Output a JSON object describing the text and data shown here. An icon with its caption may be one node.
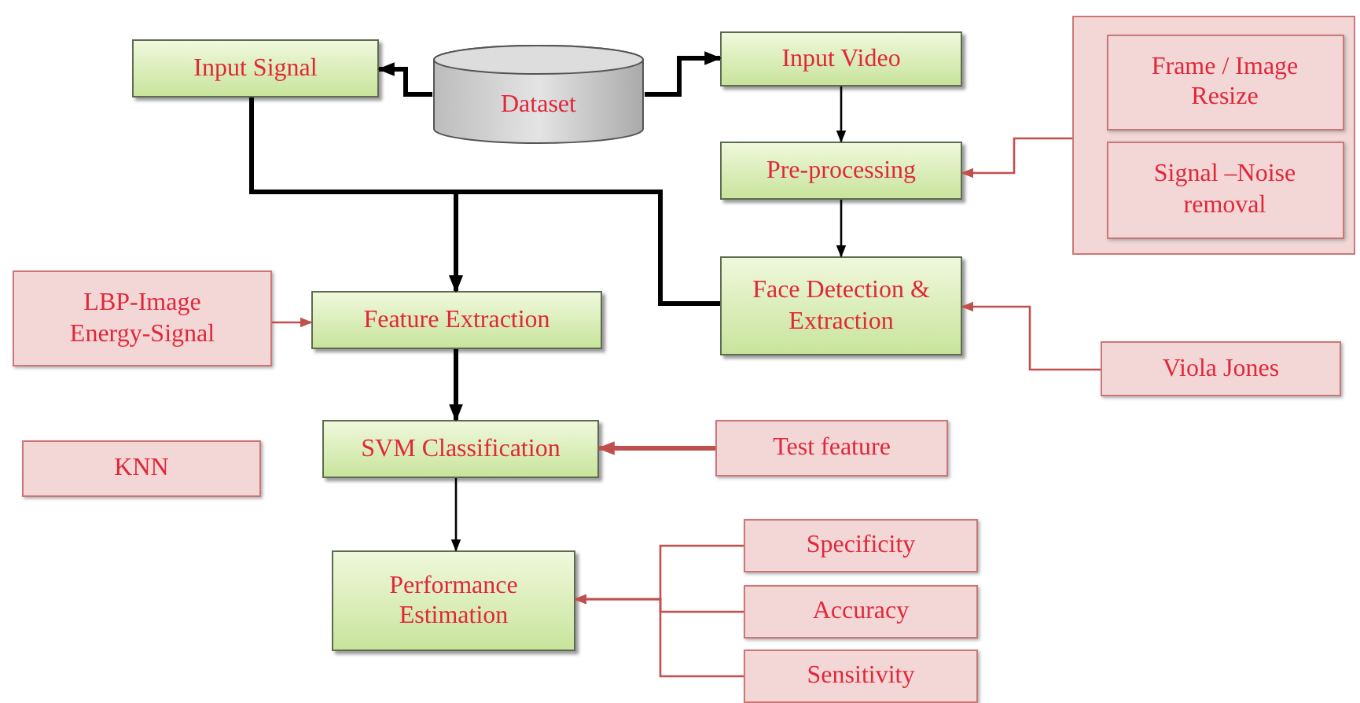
{
  "diagram": {
    "nodes": [
      {
        "text": [
          "Input Signal"
        ]
      },
      {
        "text": [
          "Dataset"
        ]
      },
      {
        "text": [
          "Input Video"
        ]
      },
      {
        "text": [],
        "shape": "box"
      },
      {
        "text": [
          "Frame / Image Resize"
        ],
        "in": 3
      },
      {
        "text": [
          "Signal –Noise removal"
        ],
        "in": 3
      },
      {
        "text": [
          "Pre-processing"
        ]
      },
      {
        "text": [
          "LBP-Image Energy-Signal"
        ]
      },
      {
        "text": [
          "Feature  Extraction"
        ]
      },
      {
        "text": [
          "Face Detection & Extraction"
        ]
      },
      {
        "text": [
          "Viola Jones"
        ]
      },
      {
        "text": [
          "KNN"
        ]
      },
      {
        "text": [
          "SVM  Classification"
        ]
      },
      {
        "text": [
          "Test feature"
        ]
      },
      {
        "text": [
          "Performance Estimation"
        ]
      },
      {
        "text": [
          "Specificity"
        ]
      },
      {
        "text": [
          "Accuracy"
        ]
      },
      {
        "text": [
          "Sensitivity"
        ]
      }
    ],
    "edges": [
      {
        "from": 1,
        "to": 0,
        "arrow": "to",
        "style": "thick"
      },
      {
        "from": 1,
        "to": 2,
        "arrow": "to",
        "style": "thick"
      },
      {
        "from": 0,
        "to": 8,
        "arrow": "to",
        "style": "thick"
      },
      {
        "from": 9,
        "to": 8,
        "arrow": "to",
        "style": "thick"
      },
      {
        "from": 2,
        "to": 6,
        "arrow": "to"
      },
      {
        "from": 6,
        "to": 9,
        "arrow": "to"
      },
      {
        "from": 3,
        "to": 6,
        "arrow": "to",
        "color": "#c0504d"
      },
      {
        "from": 7,
        "to": 8,
        "arrow": "to",
        "color": "#c0504d"
      },
      {
        "from": 10,
        "to": 9,
        "arrow": "to",
        "color": "#c0504d"
      },
      {
        "from": 8,
        "to": 12,
        "arrow": "to",
        "style": "thick"
      },
      {
        "from": 13,
        "to": 12,
        "arrow": "to",
        "style": "thick",
        "color": "#c0504d"
      },
      {
        "from": 12,
        "to": 14,
        "arrow": "to"
      },
      {
        "from": 15,
        "to": 14,
        "arrow": "to",
        "color": "#c0504d"
      },
      {
        "from": 16,
        "to": 14,
        "arrow": "to",
        "color": "#c0504d"
      },
      {
        "from": 17,
        "to": 14,
        "arrow": "to",
        "color": "#c0504d"
      }
    ]
  }
}
